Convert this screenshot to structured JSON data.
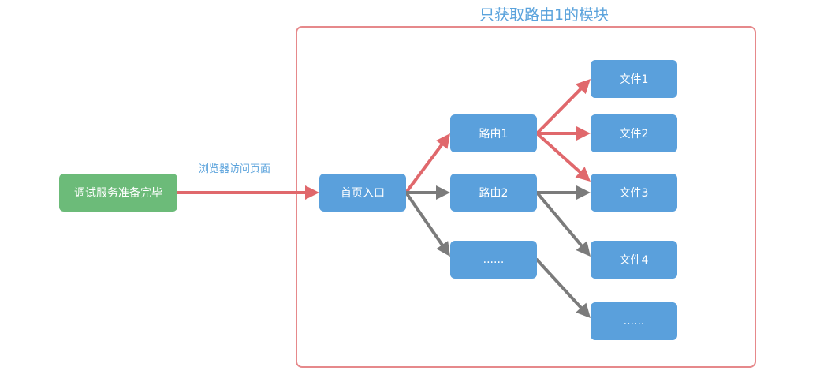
{
  "title": "只获取路由1的模块",
  "edge_label": "浏览器访问页面",
  "colors": {
    "highlight_arrow": "#e0686c",
    "normal_arrow": "#7b7b7b",
    "node_blue": "#5aa0dc",
    "node_green": "#6cbb79",
    "frame_border": "#e6898b",
    "title_text": "#5ba3dc"
  },
  "nodes": {
    "start": "调试服务准备完毕",
    "entry": "首页入口",
    "route1": "路由1",
    "route2": "路由2",
    "route_more": "......",
    "file1": "文件1",
    "file2": "文件2",
    "file3": "文件3",
    "file4": "文件4",
    "file_more": "......"
  },
  "edges": [
    {
      "from": "start",
      "to": "entry",
      "highlight": true
    },
    {
      "from": "entry",
      "to": "route1",
      "highlight": true
    },
    {
      "from": "entry",
      "to": "route2",
      "highlight": false
    },
    {
      "from": "entry",
      "to": "route_more",
      "highlight": false
    },
    {
      "from": "route1",
      "to": "file1",
      "highlight": true
    },
    {
      "from": "route1",
      "to": "file2",
      "highlight": true
    },
    {
      "from": "route1",
      "to": "file3",
      "highlight": true
    },
    {
      "from": "route2",
      "to": "file3",
      "highlight": false
    },
    {
      "from": "route2",
      "to": "file4",
      "highlight": false
    },
    {
      "from": "route_more",
      "to": "file_more",
      "highlight": false
    }
  ]
}
